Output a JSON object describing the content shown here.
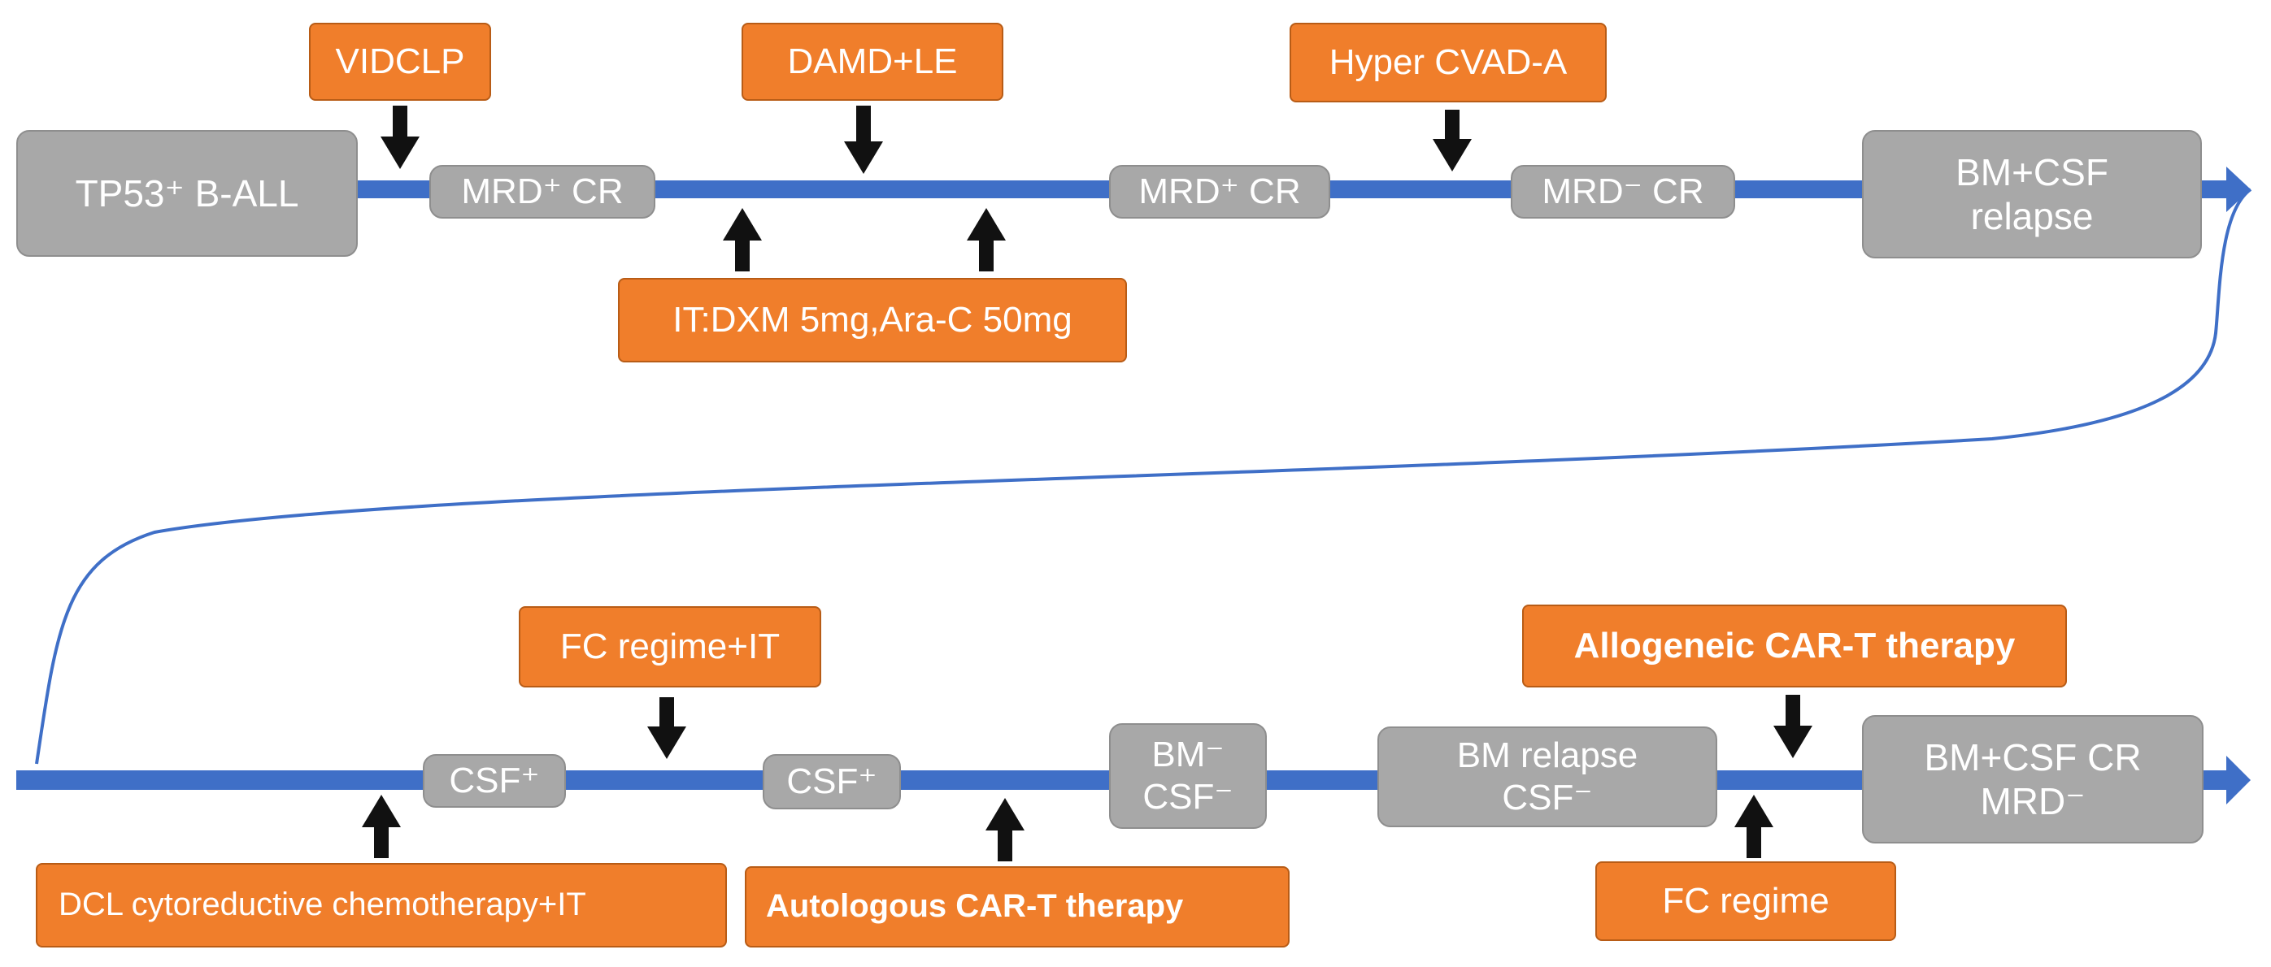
{
  "nodes": {
    "diagnosis": "TP53⁺ B-ALL",
    "mrd_pos_cr_1": "MRD⁺ CR",
    "mrd_pos_cr_2": "MRD⁺ CR",
    "mrd_neg_cr": "MRD⁻ CR",
    "relapse_line1": "BM+CSF",
    "relapse_line2": "relapse",
    "csf_pos_1": "CSF⁺",
    "csf_pos_2": "CSF⁺",
    "bm_neg_line1": "BM⁻",
    "bm_neg_line2": "CSF⁻",
    "bm_relapse_line1": "BM relapse",
    "bm_relapse_line2": "CSF⁻",
    "final_cr_line1": "BM+CSF CR",
    "final_cr_line2": "MRD⁻"
  },
  "treatments": {
    "vidclp": "VIDCLP",
    "damd_le": "DAMD+LE",
    "hyper_cvad": "Hyper CVAD-A",
    "it_dxm": "IT:DXM 5mg,Ara-C 50mg",
    "fc_regime_it": "FC regime+IT",
    "allogeneic_cart": "Allogeneic CAR-T therapy",
    "dcl_chemo": "DCL cytoreductive chemotherapy+IT",
    "autologous_cart": "Autologous CAR-T therapy",
    "fc_regime": "FC regime"
  },
  "colors": {
    "timeline": "#3f6fc7",
    "node_fill": "#a8a8a8",
    "treatment_fill": "#f07e2b",
    "arrow": "#111111"
  }
}
